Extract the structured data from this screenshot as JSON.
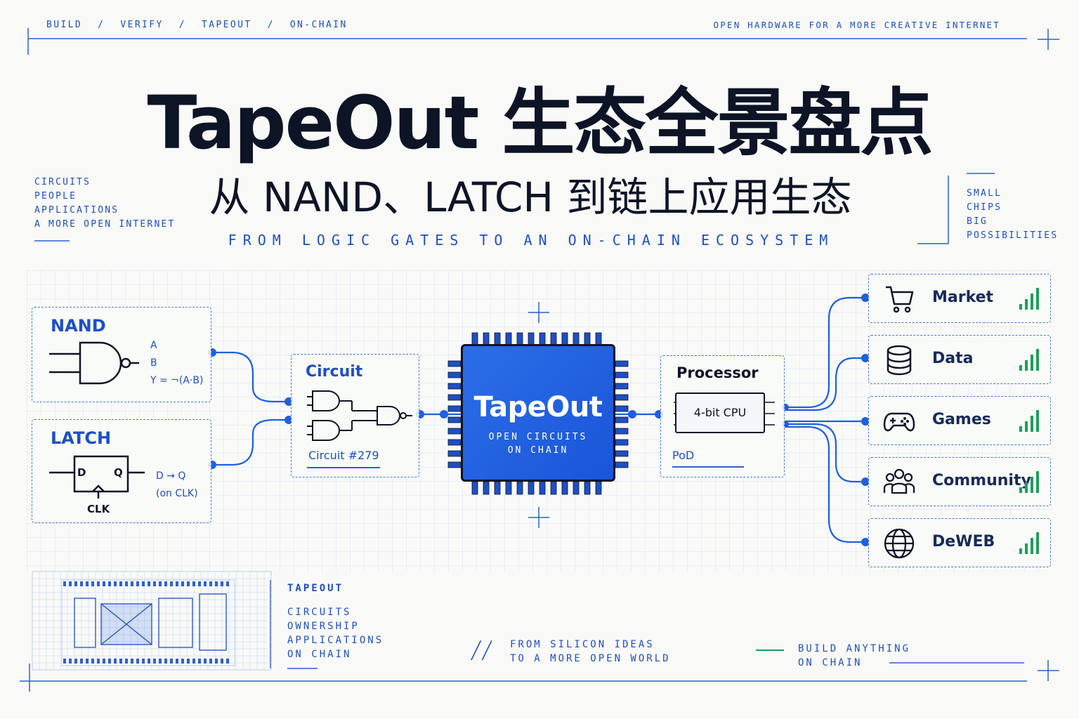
{
  "nav": {
    "items": [
      "BUILD",
      "VERIFY",
      "TAPEOUT",
      "ON-CHAIN"
    ],
    "separator": "/"
  },
  "tagline": "OPEN HARDWARE FOR A MORE CREATIVE INTERNET",
  "title": "TapeOut 生态全景盘点",
  "subtitle": "从 NAND、LATCH 到链上应用生态",
  "subtitle_en": "FROM LOGIC GATES TO AN ON-CHAIN ECOSYSTEM",
  "side_left": [
    "CIRCUITS",
    "PEOPLE",
    "APPLICATIONS",
    "A MORE OPEN INTERNET"
  ],
  "side_right": [
    "SMALL",
    "CHIPS",
    "BIG",
    "POSSIBILITIES"
  ],
  "nand": {
    "title": "NAND",
    "labels": [
      "A",
      "B",
      "Y = ¬(A·B)"
    ]
  },
  "latch": {
    "title": "LATCH",
    "d": "D",
    "q": "Q",
    "clk": "CLK",
    "desc": [
      "D → Q",
      "(on CLK)"
    ]
  },
  "circuit": {
    "title": "Circuit",
    "caption": "Circuit #279"
  },
  "chip": {
    "title": "TapeOut",
    "sub": [
      "OPEN CIRCUITS",
      "ON CHAIN"
    ]
  },
  "processor": {
    "title": "Processor",
    "cpu": "4-bit CPU",
    "caption": "PoD"
  },
  "apps": [
    {
      "label": "Market",
      "icon": "cart-icon"
    },
    {
      "label": "Data",
      "icon": "database-icon"
    },
    {
      "label": "Games",
      "icon": "gamepad-icon"
    },
    {
      "label": "Community",
      "icon": "people-icon"
    },
    {
      "label": "DeWEB",
      "icon": "globe-icon"
    }
  ],
  "bottom": {
    "heading": "TAPEOUT",
    "list": [
      "CIRCUITS",
      "OWNERSHIP",
      "APPLICATIONS",
      "ON CHAIN"
    ],
    "mid_mark": "//",
    "mid": [
      "FROM SILICON IDEAS",
      "TO A MORE OPEN WORLD"
    ],
    "right": [
      "BUILD ANYTHING",
      "ON CHAIN"
    ]
  },
  "colors": {
    "accent": "#1f4fc4",
    "chip": "#1f5fe0",
    "ink": "#0d1426",
    "signal": "#1e9e5a"
  }
}
